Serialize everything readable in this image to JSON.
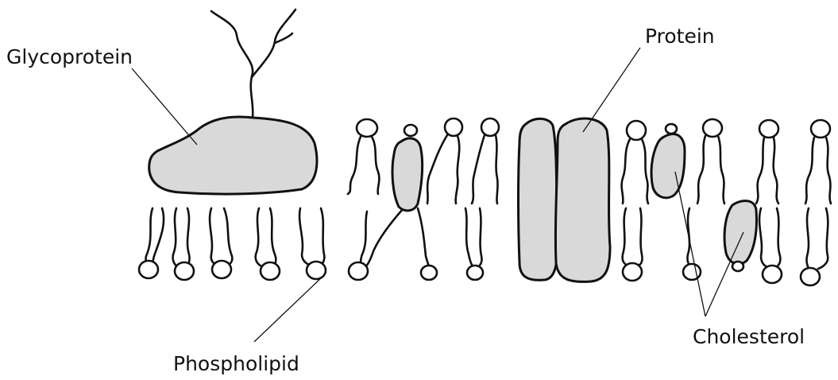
{
  "labels": {
    "glycoprotein": "Glycoprotein",
    "protein": "Protein",
    "phospholipid": "Phospholipid",
    "cholesterol": "Cholesterol"
  },
  "colors": {
    "protein_fill": "#d9d9d9",
    "outline": "#111111",
    "background": "#ffffff"
  }
}
